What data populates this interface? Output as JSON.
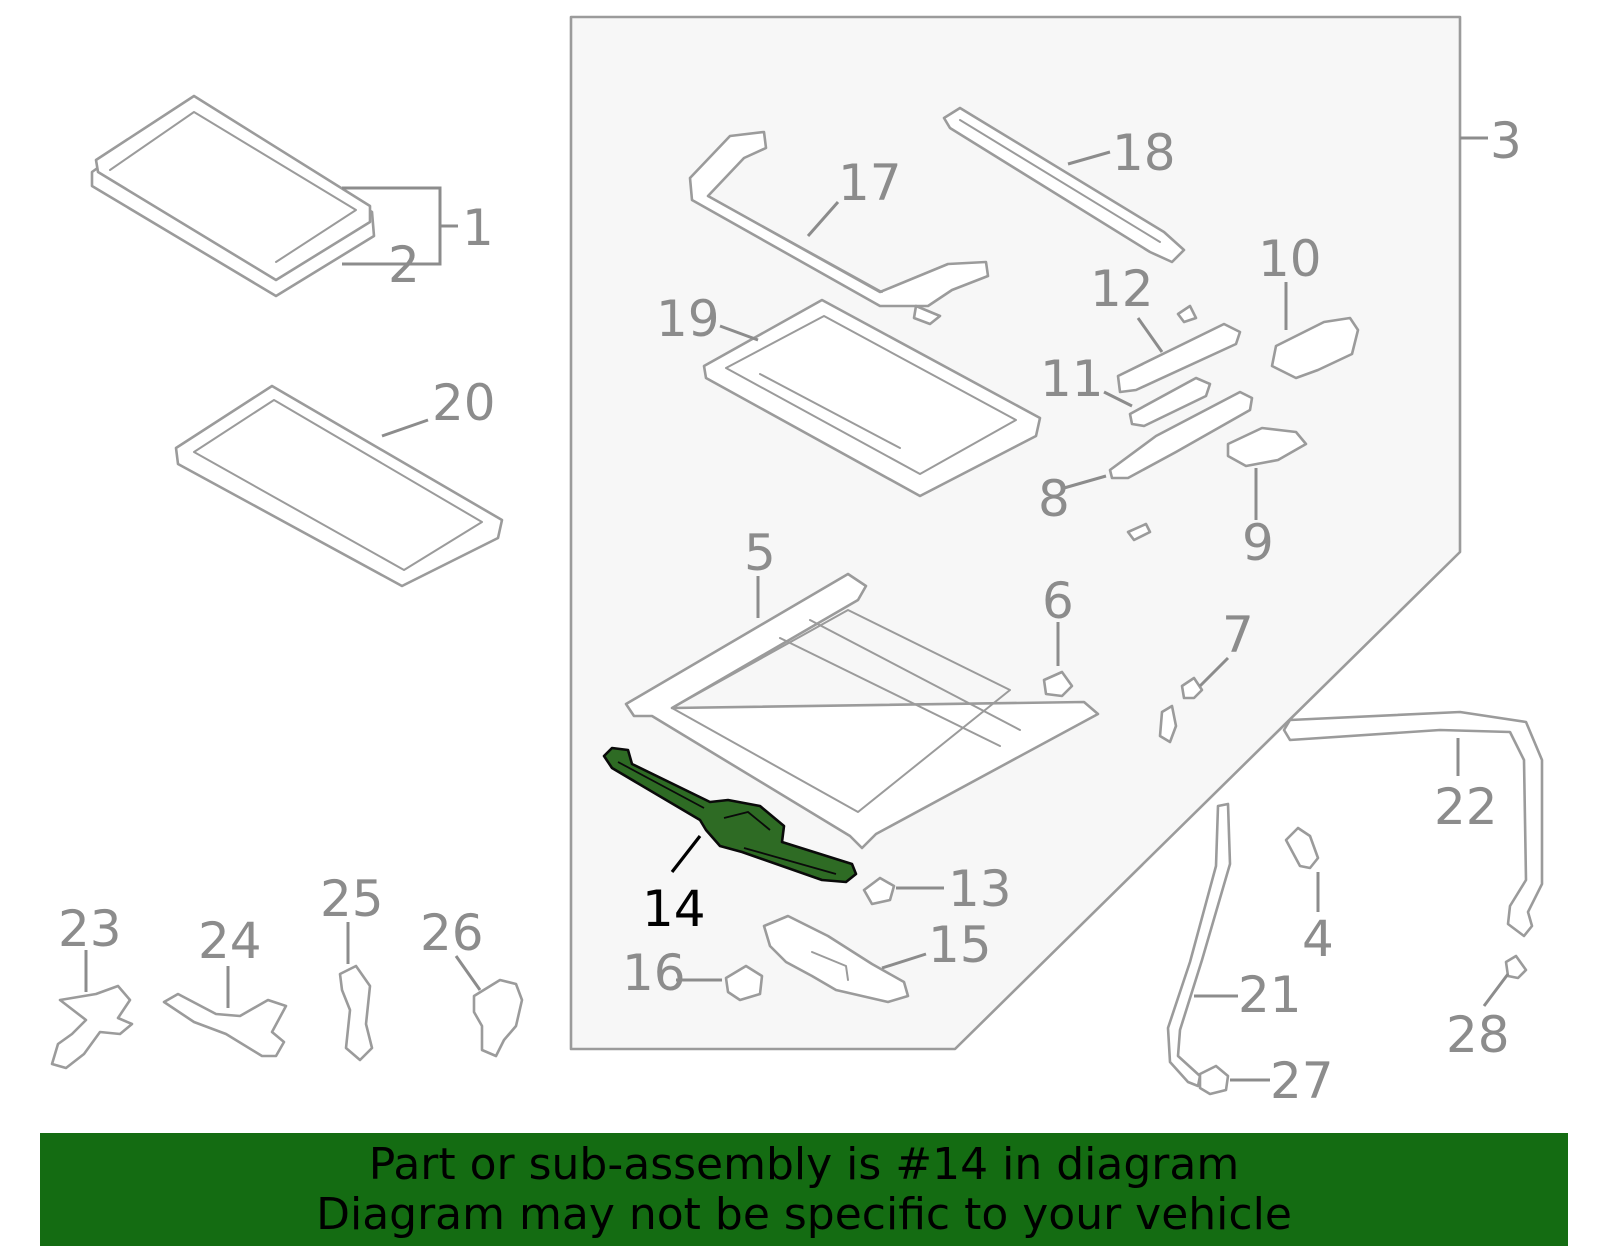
{
  "diagram": {
    "colors": {
      "line": "#9b9b9b",
      "label": "#8c8c8c",
      "highlight_fill": "#2e6b24",
      "highlight_label": "#000000",
      "banner_bg": "#146c12",
      "assembly_fill": "#f7f7f7"
    },
    "callouts": {
      "c1": "1",
      "c2": "2",
      "c3": "3",
      "c4": "4",
      "c5": "5",
      "c6": "6",
      "c7": "7",
      "c8": "8",
      "c9": "9",
      "c10": "10",
      "c11": "11",
      "c12": "12",
      "c13": "13",
      "c14": "14",
      "c15": "15",
      "c16": "16",
      "c17": "17",
      "c18": "18",
      "c19": "19",
      "c20": "20",
      "c21": "21",
      "c22": "22",
      "c23": "23",
      "c24": "24",
      "c25": "25",
      "c26": "26",
      "c27": "27",
      "c28": "28"
    },
    "highlighted_part": "14"
  },
  "banner": {
    "line1": "Part or sub-assembly is #14 in diagram",
    "line2": "Diagram may not be specific to your vehicle"
  }
}
